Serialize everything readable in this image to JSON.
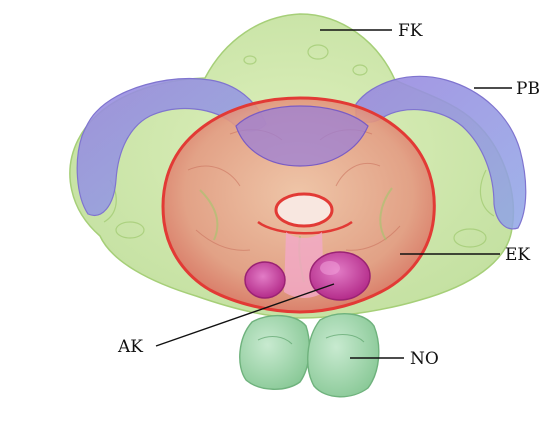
{
  "labels": {
    "fk": "FK",
    "pb": "PB",
    "ek": "EK",
    "ak": "AK",
    "no": "NO"
  },
  "colors": {
    "fk_fill": "#c9e49a",
    "pb_fill": "#9e8ee0",
    "ek_fill": "#e7a58c",
    "ek_edge": "#e23a35",
    "ak_fill": "#c33c9c",
    "no_fill": "#9fd4a8"
  }
}
